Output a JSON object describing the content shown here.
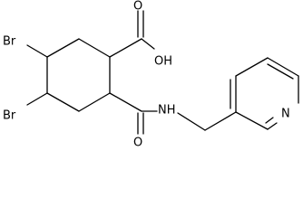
{
  "labels": {
    "br_upper": "Br",
    "br_lower": "Br",
    "hydroxyl": "OH",
    "carbonyl_o_acid": "O",
    "carbonyl_o_amide": "O",
    "amide_nh": "NH",
    "pyridine_n": "N"
  }
}
